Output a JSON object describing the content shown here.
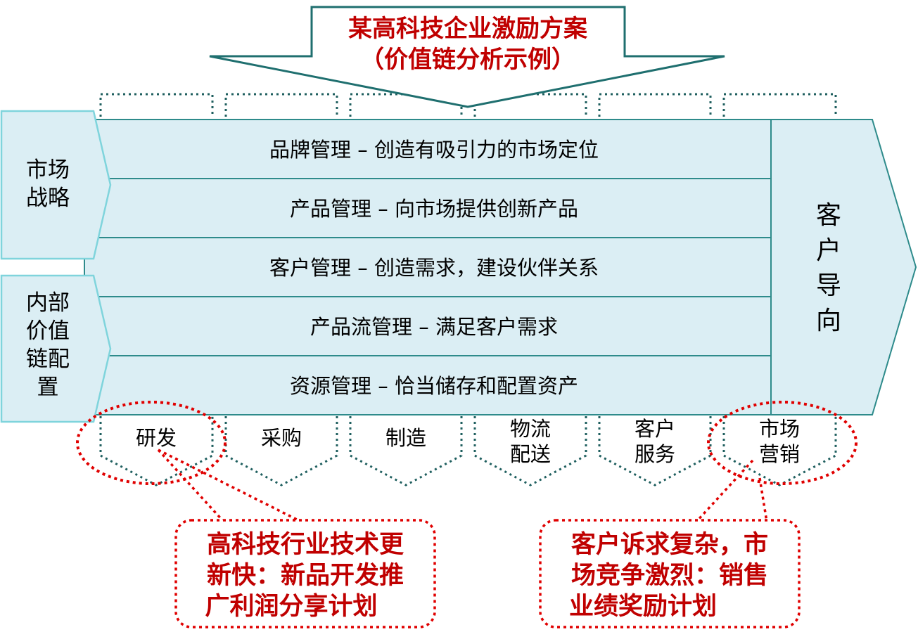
{
  "title": {
    "line1": "某高科技企业激励方案",
    "line2": "（价值链分析示例）"
  },
  "side_labels": {
    "market_strategy": [
      "市场",
      "战略"
    ],
    "internal_value_chain": [
      "内部",
      "价值",
      "链配",
      "置"
    ]
  },
  "rows": [
    "品牌管理 – 创造有吸引力的市场定位",
    "产品管理 – 向市场提供创新产品",
    "客户管理 – 创造需求，建设伙伴关系",
    "产品流管理 – 满足客户需求",
    "资源管理 – 恰当储存和配置资产"
  ],
  "customer_orientation": [
    "客",
    "户",
    "导",
    "向"
  ],
  "activities": [
    [
      "研发"
    ],
    [
      "采购"
    ],
    [
      "制造"
    ],
    [
      "物流",
      "配送"
    ],
    [
      "客户",
      "服务"
    ],
    [
      "市场",
      "营销"
    ]
  ],
  "callouts": {
    "left": [
      "高科技行业技术更",
      "新快：新品开发推",
      "广利润分享计划"
    ],
    "right": [
      "客户诉求复杂，市",
      "场竞争激烈：销售",
      "业绩奖励计划"
    ]
  },
  "colors": {
    "band_fill": "#dbeef4",
    "band_stroke": "#2e8b8b",
    "dotted_teal": "#1f5f5f",
    "highlight_red": "#e00000",
    "title_red": "#c00000"
  }
}
